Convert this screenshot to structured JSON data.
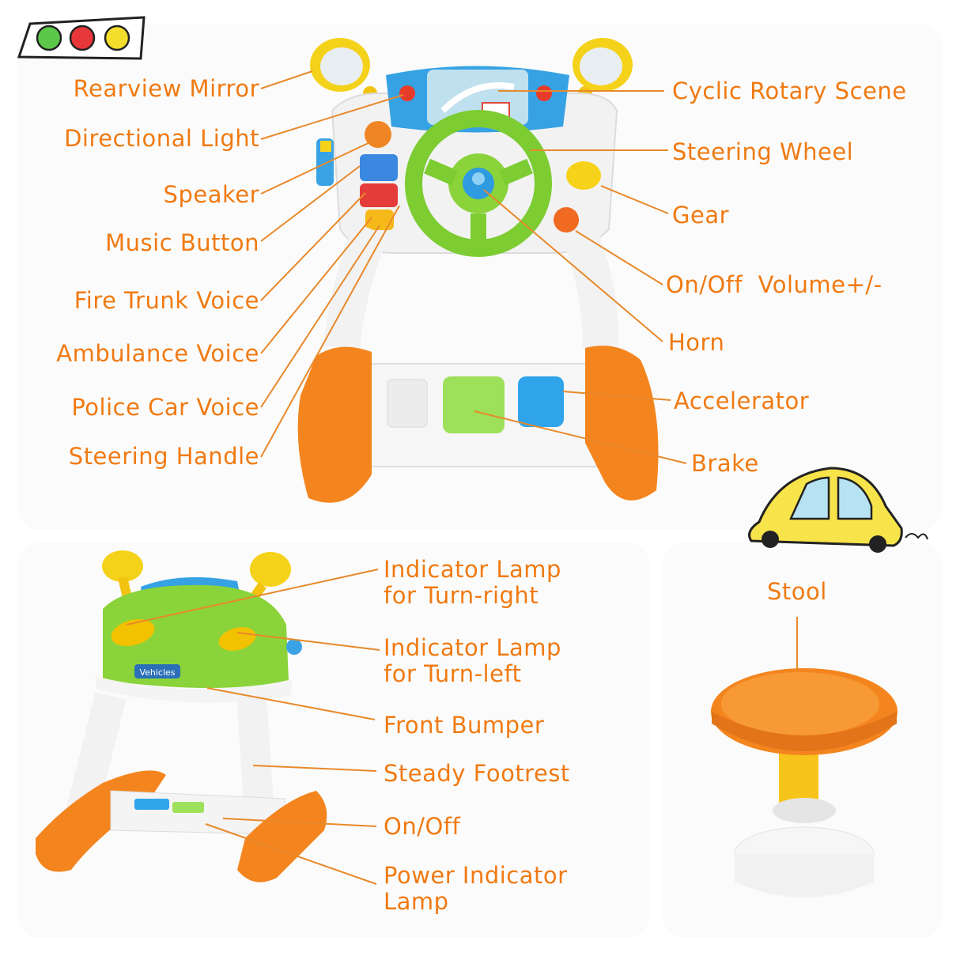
{
  "labels": {
    "rearview_mirror": "Rearview Mirror",
    "directional_light": "Directional Light",
    "speaker": "Speaker",
    "music_button": "Music Button",
    "fire_trunk_voice": "Fire Trunk Voice",
    "ambulance_voice": "Ambulance Voice",
    "police_car_voice": "Police Car Voice",
    "steering_handle": "Steering Handle",
    "cyclic_rotary_scene": "Cyclic Rotary Scene",
    "steering_wheel": "Steering Wheel",
    "gear": "Gear",
    "on_off_volume": "On/Off  Volume+/-",
    "horn": "Horn",
    "accelerator": "Accelerator",
    "brake": "Brake",
    "turn_right_lamp_1": "Indicator Lamp",
    "turn_right_lamp_2": "for Turn-right",
    "turn_left_lamp_1": "Indicator Lamp",
    "turn_left_lamp_2": "for Turn-left",
    "front_bumper": "Front Bumper",
    "steady_footrest": "Steady Footrest",
    "on_off": "On/Off",
    "power_lamp_1": "Power Indicator",
    "power_lamp_2": "Lamp",
    "stool": "Stool",
    "badge": "Vehicles"
  },
  "colors": {
    "label": "#f07a12",
    "leader": "#e8892b",
    "orange": "#f4851e",
    "green": "#8bd33a",
    "blue": "#3aa3e6",
    "yellow": "#f6d21a",
    "white": "#f4f4f4"
  },
  "icons": [
    "traffic-light-icon",
    "car-doodle-icon"
  ]
}
